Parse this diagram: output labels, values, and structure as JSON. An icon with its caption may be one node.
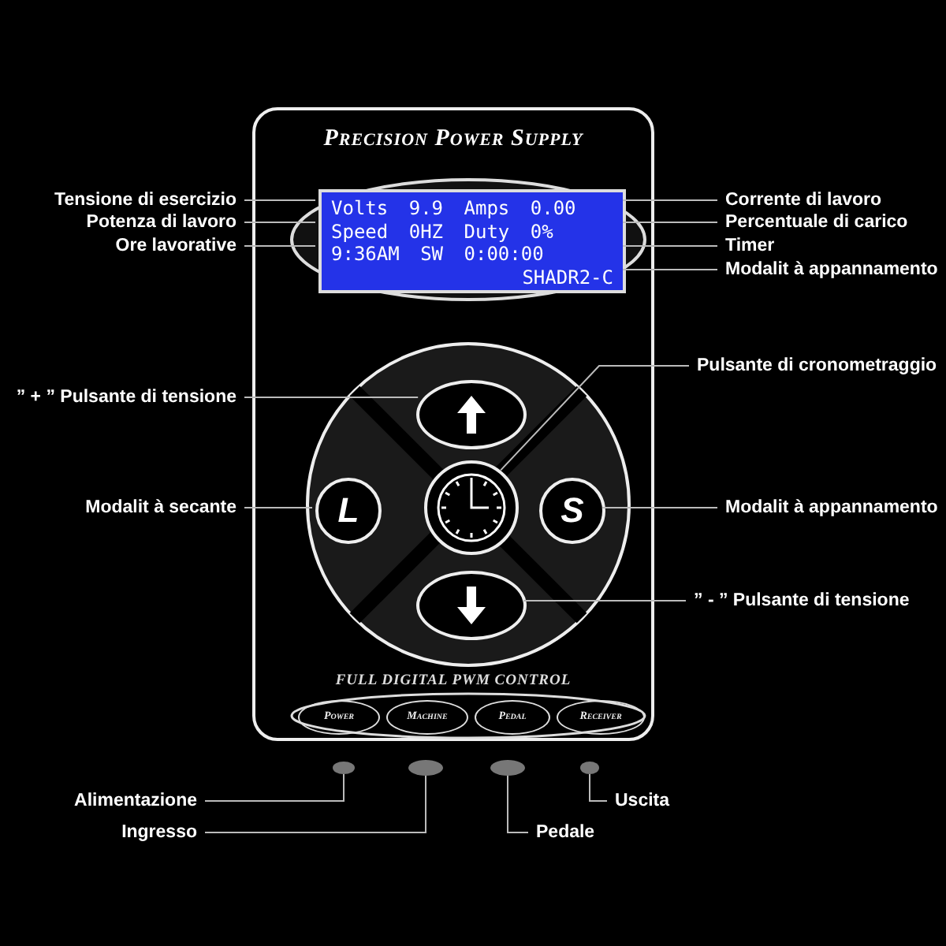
{
  "diagram": {
    "nodes": [
      {
        "text": [
          "Tensione di esercizio"
        ]
      },
      {
        "text": [
          "Potenza di lavoro"
        ]
      },
      {
        "text": [
          "Ore lavorative"
        ]
      },
      {
        "text": [
          "Corrente di lavoro"
        ]
      },
      {
        "text": [
          "Percentuale di carico"
        ]
      },
      {
        "text": [
          "Timer"
        ]
      },
      {
        "text": [
          "Modalit à appannamento"
        ]
      },
      {
        "text": [
          "” + ” Pulsante di tensione"
        ]
      },
      {
        "text": [
          "Pulsante di cronometraggio"
        ]
      },
      {
        "text": [
          "Modalit à secante"
        ]
      },
      {
        "text": [
          "Modalit à appannamento"
        ]
      },
      {
        "text": [
          "” - ” Pulsante di tensione"
        ]
      },
      {
        "text": [
          "Alimentazione"
        ]
      },
      {
        "text": [
          "Ingresso"
        ]
      },
      {
        "text": [
          "Pedale"
        ]
      },
      {
        "text": [
          "Uscita"
        ]
      },
      {
        "text": [
          "Precision Power Supply",
          "FULL DIGITAL PWM CONTROL"
        ]
      },
      {
        "text": [
          "Volts 9.9 Amps 0.00",
          "Speed 0HZ Duty 0%",
          "9:36AM SW 0:00:00",
          "SHADR2-C"
        ],
        "in": 16
      },
      {
        "text": [],
        "shape": "ellipse",
        "in": 16
      },
      {
        "text": [
          "L"
        ],
        "in": 16
      },
      {
        "text": [],
        "shape": "circle",
        "in": 16
      },
      {
        "text": [
          "S"
        ],
        "in": 16
      },
      {
        "text": [],
        "shape": "ellipse",
        "in": 16
      },
      {
        "text": [
          "Power"
        ],
        "in": 16
      },
      {
        "text": [
          "Machine"
        ],
        "in": 16
      },
      {
        "text": [
          "Pedal"
        ],
        "in": 16
      },
      {
        "text": [
          "Receiver"
        ],
        "in": 16
      },
      {
        "text": [],
        "shape": "ellipse"
      },
      {
        "text": [],
        "shape": "ellipse"
      },
      {
        "text": [],
        "shape": "ellipse"
      },
      {
        "text": [],
        "shape": "ellipse"
      }
    ],
    "edges": [
      {
        "from": 0,
        "to": 17,
        "arrow": "none"
      },
      {
        "from": 1,
        "to": 17,
        "arrow": "none"
      },
      {
        "from": 2,
        "to": 17,
        "arrow": "none"
      },
      {
        "from": 3,
        "to": 17,
        "arrow": "none"
      },
      {
        "from": 4,
        "to": 17,
        "arrow": "none"
      },
      {
        "from": 5,
        "to": 17,
        "arrow": "none"
      },
      {
        "from": 6,
        "to": 17,
        "arrow": "none"
      },
      {
        "from": 7,
        "to": 18,
        "arrow": "none"
      },
      {
        "from": 8,
        "to": 20,
        "arrow": "none"
      },
      {
        "from": 9,
        "to": 19,
        "arrow": "none"
      },
      {
        "from": 10,
        "to": 21,
        "arrow": "none"
      },
      {
        "from": 11,
        "to": 22,
        "arrow": "none"
      },
      {
        "from": 12,
        "to": 27,
        "arrow": "none"
      },
      {
        "from": 13,
        "to": 28,
        "arrow": "none"
      },
      {
        "from": 14,
        "to": 29,
        "arrow": "none"
      },
      {
        "from": 15,
        "to": 30,
        "arrow": "none"
      }
    ]
  }
}
